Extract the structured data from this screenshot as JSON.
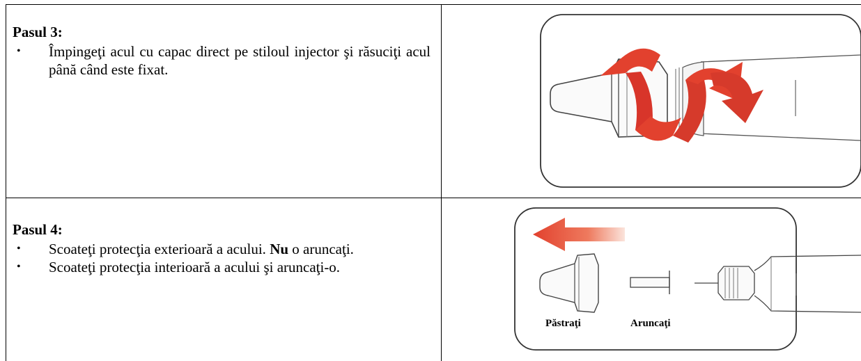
{
  "step3": {
    "title": "Pasul 3:",
    "bullets": [
      "Împingeţi acul cu capac direct pe stiloul injector şi răsuciţi acul până când este fixat."
    ]
  },
  "step4": {
    "title": "Pasul 4:",
    "bullet1": {
      "before": "Scoateţi protecţia exterioară a acului. ",
      "bold": "Nu",
      "after": " o aruncaţi."
    },
    "bullet2": "Scoateţi protecţia interioară a acului şi aruncaţi-o.",
    "label_keep": "Păstraţi",
    "label_discard": "Aruncaţi"
  },
  "colors": {
    "arrow_red": "#e2412e",
    "line": "#000000"
  },
  "icons": {
    "bullet": "•"
  }
}
